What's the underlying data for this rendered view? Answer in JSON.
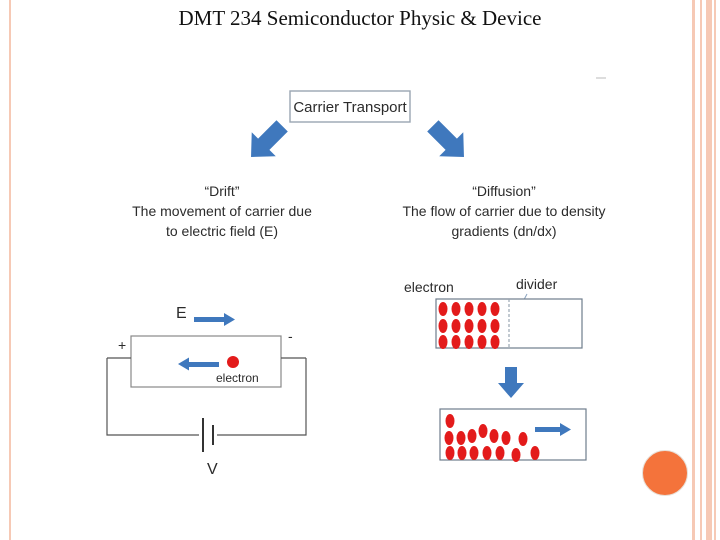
{
  "slide": {
    "title": "DMT 234 Semiconductor Physic & Device"
  },
  "diagram": {
    "top_box": "Carrier Transport",
    "drift": {
      "heading": "“Drift”",
      "line1": "The movement of carrier due",
      "line2": "to electric field (E)",
      "field_label": "E",
      "plus": "+",
      "minus": "-",
      "electron_label": "electron",
      "voltage_label": "V"
    },
    "diffusion": {
      "heading": "“Diffusion”",
      "line1": "The flow of carrier due to density",
      "line2": "gradients (dn/dx)",
      "electron_label": "electron",
      "divider_label": "divider"
    }
  },
  "colors": {
    "arrow_blue": "#3f78bd",
    "electron_red": "#e31b1b",
    "accent_orange": "#f4733b",
    "stripe": "#f6c9b5"
  }
}
